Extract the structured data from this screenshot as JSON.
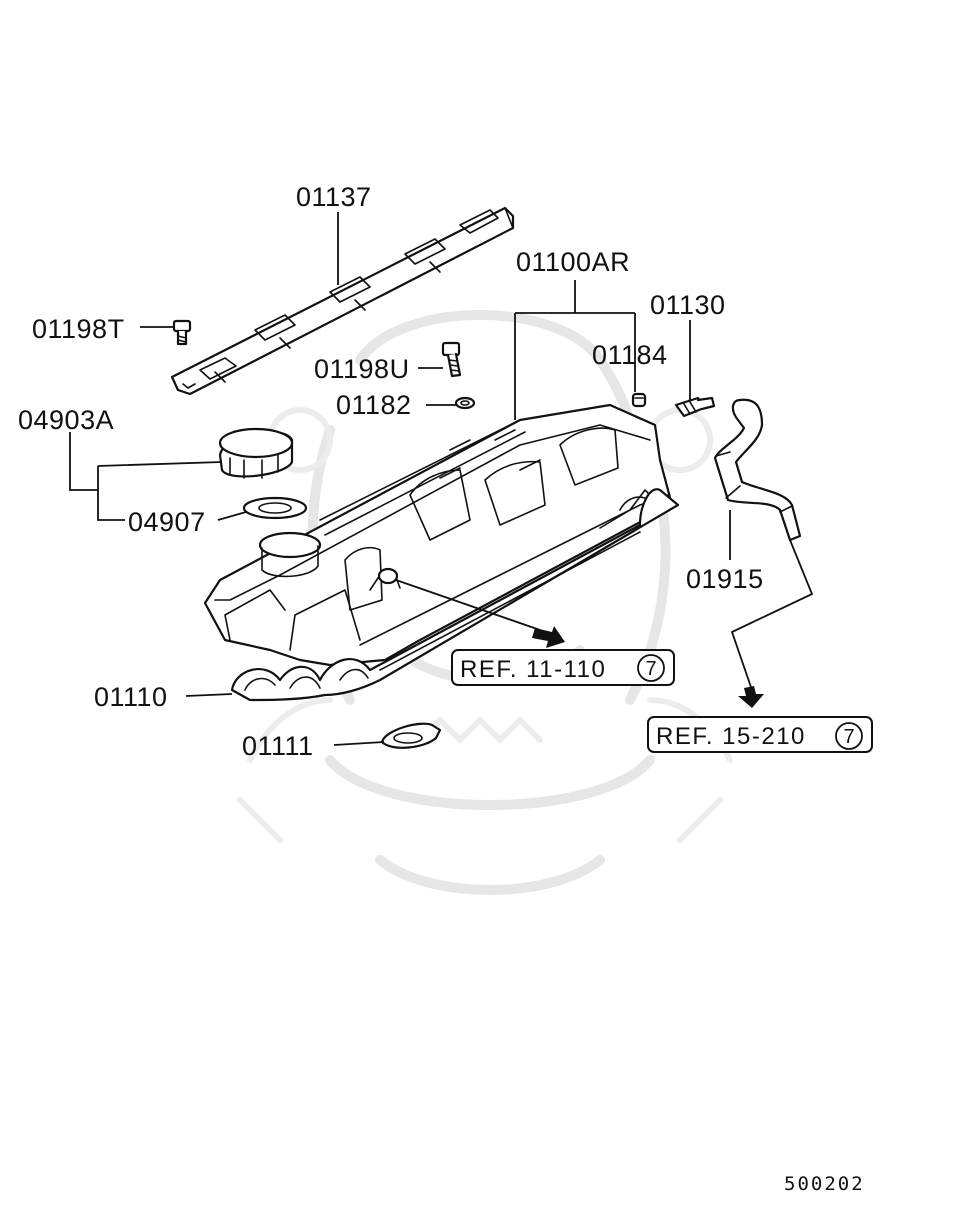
{
  "diagram_code": "500202",
  "parts": {
    "coil_cover": "01137",
    "bolt_t": "01198T",
    "bolt_u": "01198U",
    "washer_01182": "01182",
    "valve_cover": "01100AR",
    "grommet_01184": "01184",
    "pcv_valve": "01130",
    "oil_cap": "04903A",
    "cap_gasket": "04907",
    "hose": "01915",
    "cover_gasket": "01110",
    "plug_gasket": "01111"
  },
  "references": {
    "ref_1": {
      "label": "REF. 11-110",
      "num": "7"
    },
    "ref_2": {
      "label": "REF. 15-210",
      "num": "7"
    }
  }
}
